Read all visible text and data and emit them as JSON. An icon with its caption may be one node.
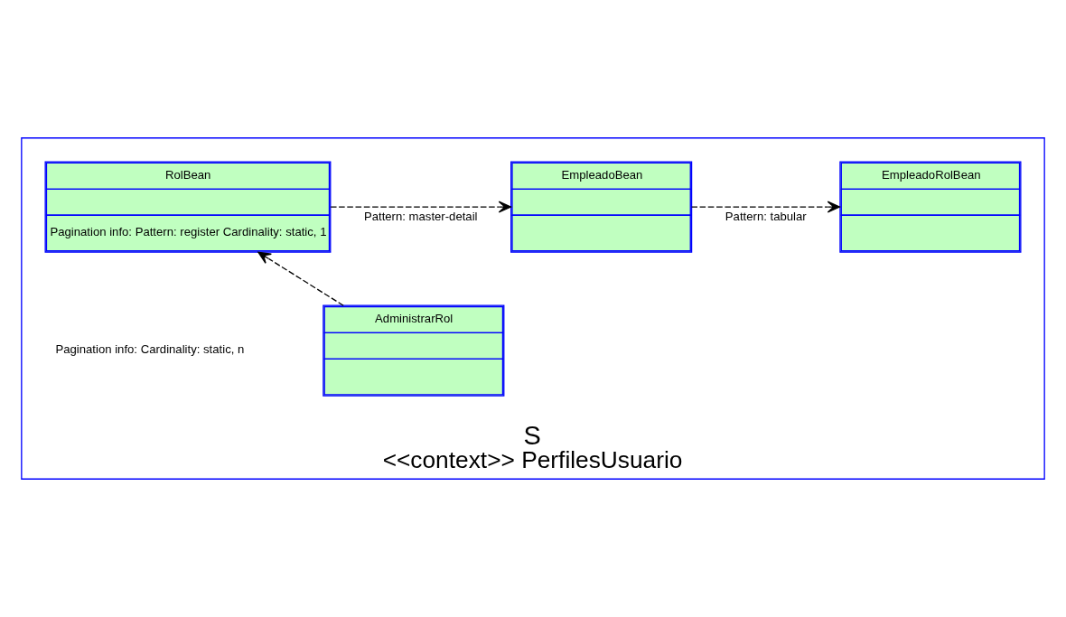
{
  "diagram": {
    "nodes": [
      {
        "text": [
          "S",
          "<<context>> PerfilesUsuario"
        ]
      },
      {
        "text": [
          "RolBean",
          "Pagination info: Pattern: register Cardinality: static, 1"
        ],
        "in": 0
      },
      {
        "text": [
          "EmpleadoBean"
        ],
        "in": 0
      },
      {
        "text": [
          "EmpleadoRolBean"
        ],
        "in": 0
      },
      {
        "text": [
          "AdministrarRol"
        ],
        "in": 0
      }
    ],
    "edges": [
      {
        "from": 1,
        "to": 2,
        "arrow": "to",
        "style": "dashed",
        "label": "Pattern: master-detail"
      },
      {
        "from": 2,
        "to": 3,
        "arrow": "to",
        "style": "dashed",
        "label": "Pattern: tabular"
      },
      {
        "from": 4,
        "to": 1,
        "arrow": "to",
        "style": "dashed"
      }
    ],
    "labels": [
      "Pagination info: Cardinality: static, n"
    ]
  }
}
